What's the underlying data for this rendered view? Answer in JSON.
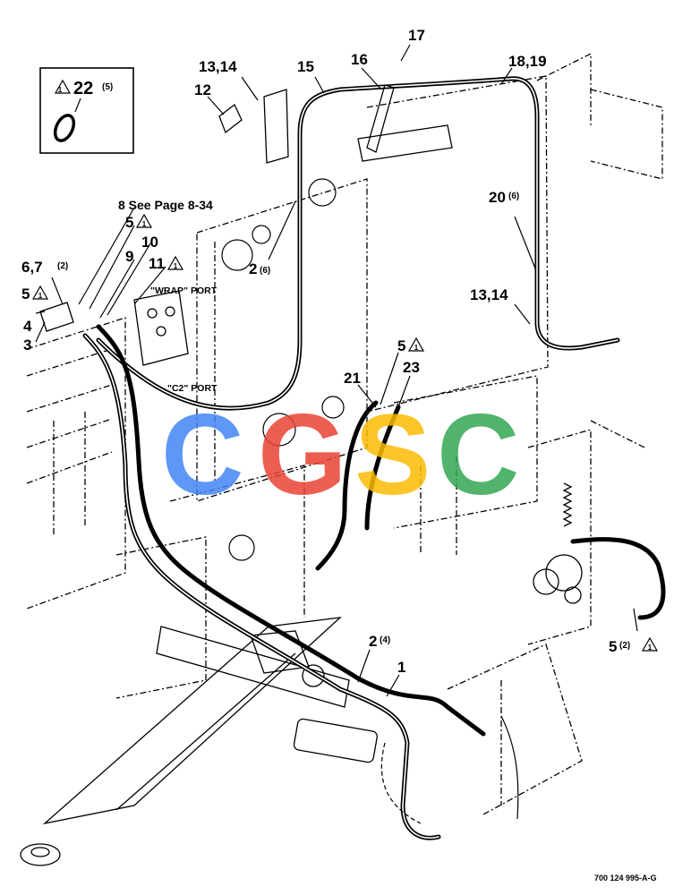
{
  "callouts": {
    "c22": "22",
    "c22q": "(5)",
    "c13_14_top": "13,14",
    "c12": "12",
    "c15": "15",
    "c16": "16",
    "c17": "17",
    "c18_19": "18,19",
    "c8": "8 See Page 8-34",
    "c5_a": "5",
    "c10": "10",
    "c9": "9",
    "c11": "11",
    "c6_7": "6,7",
    "c6_7q": "(2)",
    "c5_b": "5",
    "c4": "4",
    "c3": "3",
    "c2_mid": "2",
    "c2_midq": "(6)",
    "c20": "20",
    "c20q": "(6)",
    "c13_14_right": "13,14",
    "c5_c": "5",
    "c21": "21",
    "c23": "23",
    "c5_d": "5",
    "c5_dq": "(2)",
    "c2_bot": "2",
    "c2_botq": "(4)",
    "c1": "1"
  },
  "ports": {
    "wrap": "\"WRAP\" PORT",
    "c2": "\"C2\" PORT"
  },
  "figure_number": "700 124 995-A-G",
  "watermark": {
    "letters": [
      "C",
      "G",
      "S",
      "C"
    ],
    "colors": [
      "#4285f4",
      "#ea4335",
      "#fbbc05",
      "#34a853"
    ]
  }
}
